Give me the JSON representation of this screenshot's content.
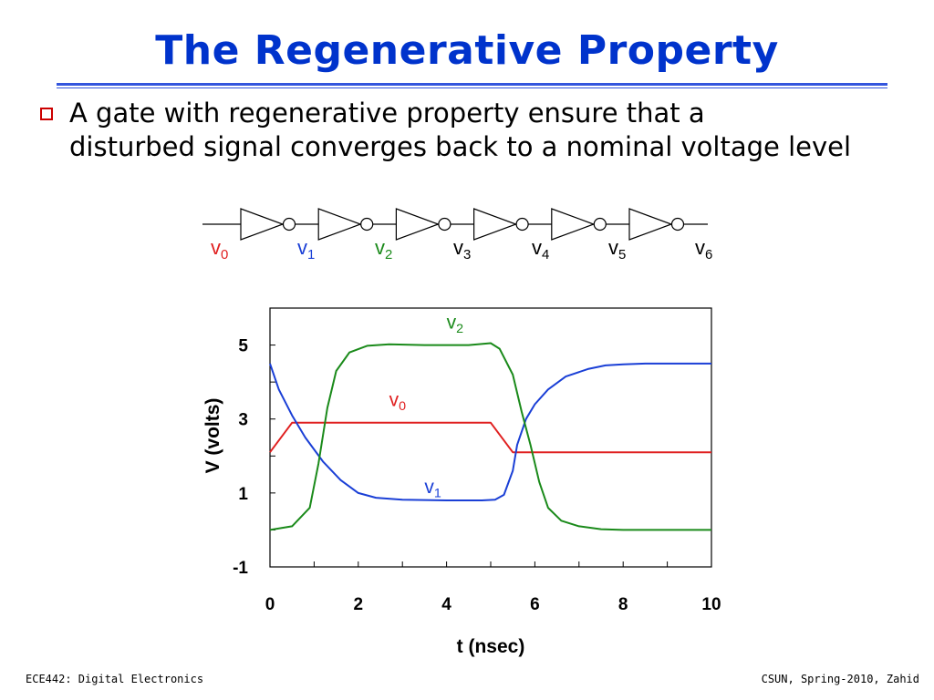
{
  "slide": {
    "title": "The Regenerative Property",
    "bullet_line1": "A gate with regenerative property ensure that a",
    "bullet_line2": "disturbed signal converges back to a nominal voltage level"
  },
  "inverter_chain": {
    "labels": [
      {
        "base": "v",
        "sub": "0",
        "color": "#e02020"
      },
      {
        "base": "v",
        "sub": "1",
        "color": "#1a3fd6"
      },
      {
        "base": "v",
        "sub": "2",
        "color": "#1a8a1a"
      },
      {
        "base": "v",
        "sub": "3",
        "color": "#000000"
      },
      {
        "base": "v",
        "sub": "4",
        "color": "#000000"
      },
      {
        "base": "v",
        "sub": "5",
        "color": "#000000"
      },
      {
        "base": "v",
        "sub": "6",
        "color": "#000000"
      }
    ]
  },
  "chart_data": {
    "type": "line",
    "xlabel": "t (nsec)",
    "ylabel": "V (volts)",
    "xlim": [
      0,
      10
    ],
    "ylim": [
      -1,
      6
    ],
    "xticks": [
      0,
      2,
      4,
      6,
      8,
      10
    ],
    "yticks": [
      -1,
      1,
      3,
      5
    ],
    "grid": false,
    "series": [
      {
        "name": "v0",
        "base": "v",
        "sub": "0",
        "color": "#e02020",
        "x": [
          0,
          0.5,
          5.0,
          5.5,
          10
        ],
        "y": [
          2.1,
          2.9,
          2.9,
          2.1,
          2.1
        ]
      },
      {
        "name": "v1",
        "base": "v",
        "sub": "1",
        "color": "#1a3fd6",
        "x": [
          0,
          0.2,
          0.5,
          0.8,
          1.2,
          1.6,
          2.0,
          2.4,
          3.0,
          4.0,
          4.8,
          5.1,
          5.3,
          5.5,
          5.6,
          5.8,
          6.0,
          6.3,
          6.7,
          7.2,
          7.6,
          8.0,
          8.5,
          10
        ],
        "y": [
          4.5,
          3.8,
          3.1,
          2.5,
          1.85,
          1.35,
          1.0,
          0.87,
          0.82,
          0.8,
          0.8,
          0.82,
          0.95,
          1.6,
          2.3,
          3.0,
          3.4,
          3.8,
          4.15,
          4.35,
          4.45,
          4.48,
          4.5,
          4.5
        ]
      },
      {
        "name": "v2",
        "base": "v",
        "sub": "2",
        "color": "#1a8a1a",
        "x": [
          0,
          0.5,
          0.9,
          1.1,
          1.3,
          1.5,
          1.8,
          2.2,
          2.7,
          3.5,
          4.5,
          5.0,
          5.2,
          5.5,
          5.7,
          5.9,
          6.1,
          6.3,
          6.6,
          7.0,
          7.5,
          8.0,
          10
        ],
        "y": [
          0,
          0.1,
          0.6,
          1.8,
          3.3,
          4.3,
          4.8,
          4.98,
          5.02,
          5.0,
          5.0,
          5.05,
          4.9,
          4.2,
          3.2,
          2.3,
          1.3,
          0.6,
          0.25,
          0.1,
          0.02,
          0,
          0
        ]
      }
    ],
    "annotations": [
      {
        "series": "v2",
        "base": "v",
        "sub": "2",
        "x": 4.0,
        "y": 5.45,
        "color": "#1a8a1a"
      },
      {
        "series": "v0",
        "base": "v",
        "sub": "0",
        "x": 2.7,
        "y": 3.35,
        "color": "#e02020"
      },
      {
        "series": "v1",
        "base": "v",
        "sub": "1",
        "x": 3.5,
        "y": 1.0,
        "color": "#1a3fd6"
      }
    ]
  },
  "footer": {
    "left": "ECE442: Digital Electronics",
    "right": "CSUN, Spring-2010, Zahid"
  }
}
